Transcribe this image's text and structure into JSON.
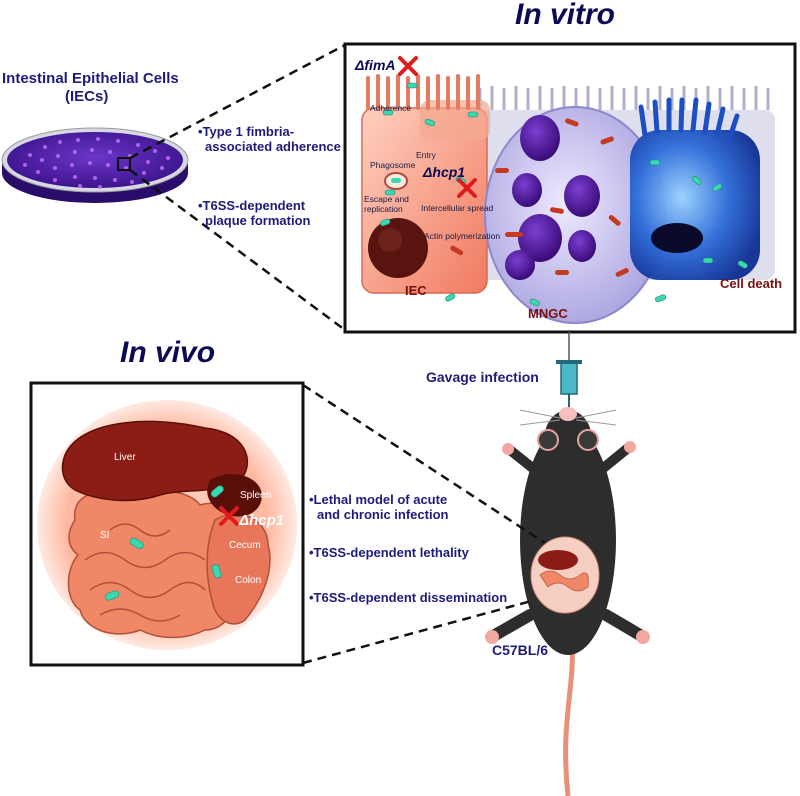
{
  "headings": {
    "in_vitro": "In vitro",
    "in_vivo": "In vivo"
  },
  "dish": {
    "title_line1": "Intestinal Epithelial Cells",
    "title_line2": "(IECs)",
    "bullet1_line1": "•Type 1 fimbria-",
    "bullet1_line2": "associated adherence",
    "bullet2_line1": "•T6SS-dependent",
    "bullet2_line2": "plaque formation"
  },
  "in_vitro_panel": {
    "mutant_fima": "ΔfimA",
    "adherence": "Adherence",
    "entry": "Entry",
    "phagosome": "Phagosome",
    "mutant_hcp1": "Δhcp1",
    "escape_line1": "Escape and",
    "escape_line2": "replication",
    "intercellular_spread": "Intercellular spread",
    "actin_polymerization": "Actin polymerization",
    "iec": "IEC",
    "mngc": "MNGC",
    "cell_death": "Cell death"
  },
  "mouse": {
    "gavage": "Gavage infection",
    "strain": "C57BL/6"
  },
  "in_vivo_panel": {
    "liver": "Liver",
    "spleen": "Spleen",
    "si": "SI",
    "cecum": "Cecum",
    "colon": "Colon",
    "mutant_hcp1": "Δhcp1"
  },
  "in_vivo_bullets": {
    "b1_line1": "•Lethal model of acute",
    "b1_line2": "and chronic infection",
    "b2": "•T6SS-dependent lethality",
    "b3": "•T6SS-dependent dissemination"
  },
  "colors": {
    "navy_text": "#1e1b7a",
    "dish_purple": "#4a1ea0",
    "iec_salmon": "#f2917a",
    "mngc_lavender": "#c9c5ee",
    "dead_cell_blue": "#2356c9",
    "bacteria_teal": "#39d8b0",
    "intestine_salmon": "#f08868",
    "liver_maroon": "#8c1d14",
    "x_red": "#e01b1b"
  }
}
